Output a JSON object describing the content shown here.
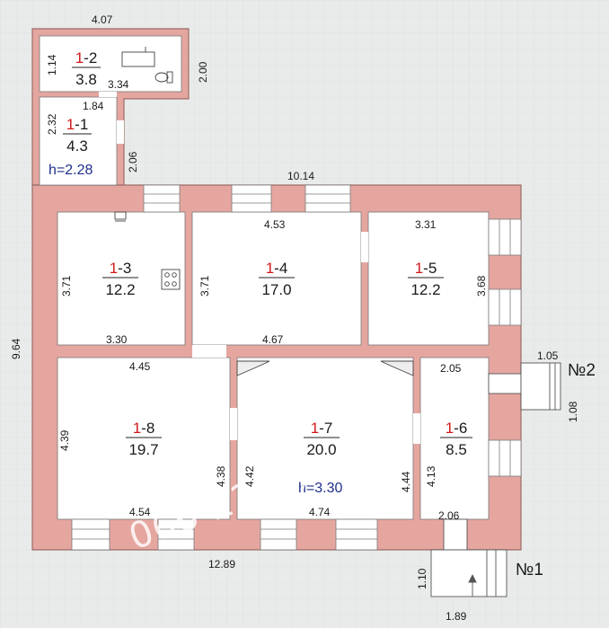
{
  "colors": {
    "wall": "#e6a6a0",
    "wall_stroke": "#9a6e68",
    "floor": "#ffffff",
    "background": "#e9ebea",
    "room_number_red": "#d0191b",
    "ceiling_blue": "#1f2f8a"
  },
  "rooms": [
    {
      "id": "1-2",
      "prefix": "1",
      "suffix": "-2",
      "area": "3.8"
    },
    {
      "id": "1-1",
      "prefix": "1",
      "suffix": "-1",
      "area": "4.3"
    },
    {
      "id": "1-3",
      "prefix": "1",
      "suffix": "-3",
      "area": "12.2"
    },
    {
      "id": "1-4",
      "prefix": "1",
      "suffix": "-4",
      "area": "17.0"
    },
    {
      "id": "1-5",
      "prefix": "1",
      "suffix": "-5",
      "area": "12.2"
    },
    {
      "id": "1-8",
      "prefix": "1",
      "suffix": "-8",
      "area": "19.7"
    },
    {
      "id": "1-7",
      "prefix": "1",
      "suffix": "-7",
      "area": "20.0"
    },
    {
      "id": "1-6",
      "prefix": "1",
      "suffix": "-6",
      "area": "8.5"
    }
  ],
  "dimensions": [
    "4.07",
    "1.14",
    "3.34",
    "2.00",
    "2.32",
    "1.84",
    "2.06",
    "10.14",
    "4.53",
    "3.31",
    "3.71",
    "3.71",
    "3.68",
    "9.64",
    "3.30",
    "4.67",
    "4.45",
    "2.05",
    "1.05",
    "1.08",
    "4.39",
    "4.38",
    "4.42",
    "4.44",
    "4.13",
    "4.54",
    "4.74",
    "2.06",
    "12.89",
    "1.10",
    "1.89"
  ],
  "ceiling_heights": {
    "annex": "h=2.28",
    "main": "h=3.30"
  },
  "entrances": {
    "side": "№2",
    "front": "№1"
  },
  "watermark": "066-222-74-20"
}
